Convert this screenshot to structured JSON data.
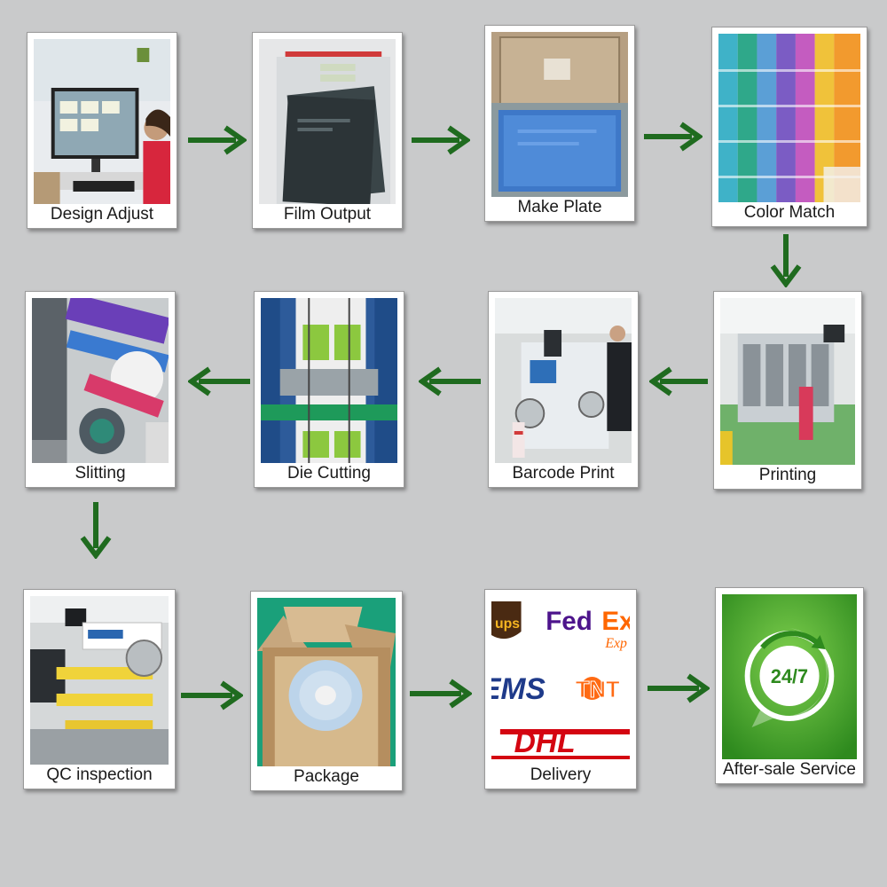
{
  "steps": [
    {
      "id": "design",
      "label": "Design Adjust"
    },
    {
      "id": "film",
      "label": "Film Output"
    },
    {
      "id": "plate",
      "label": "Make Plate"
    },
    {
      "id": "color",
      "label": "Color Match"
    },
    {
      "id": "printing",
      "label": "Printing"
    },
    {
      "id": "barcode",
      "label": "Barcode Print"
    },
    {
      "id": "diecut",
      "label": "Die Cutting"
    },
    {
      "id": "slitting",
      "label": "Slitting"
    },
    {
      "id": "qc",
      "label": "QC inspection"
    },
    {
      "id": "package",
      "label": "Package"
    },
    {
      "id": "delivery",
      "label": "Delivery"
    },
    {
      "id": "aftersale",
      "label": "After-sale Service"
    }
  ],
  "delivery_logos": {
    "ups": "ups",
    "fedex_fed": "Fed",
    "fedex_ex": "Ex",
    "fedex_express_fragment": "Exp",
    "ems": "EMS",
    "tnt": "TNT",
    "dhl": "DHL"
  },
  "badge_text": "24/7",
  "colors": {
    "background": "#c9cacb",
    "arrow": "#1f6b1f",
    "service_green": "#3f9f2a"
  }
}
